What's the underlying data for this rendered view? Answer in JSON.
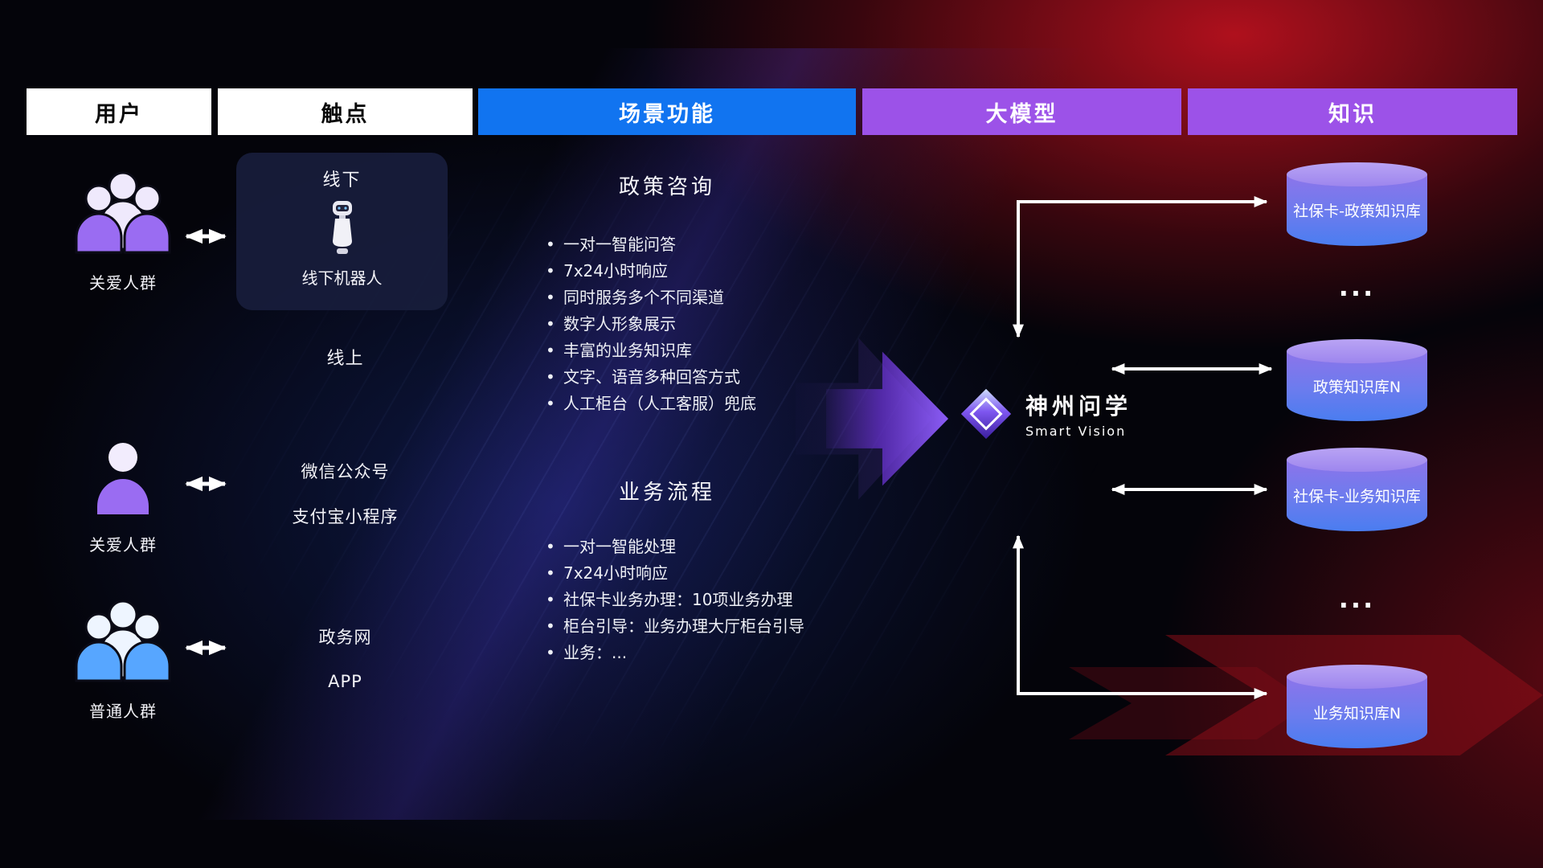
{
  "header": {
    "columns": [
      {
        "label": "用户"
      },
      {
        "label": "触点"
      },
      {
        "label": "场景功能"
      },
      {
        "label": "大模型"
      },
      {
        "label": "知识"
      }
    ]
  },
  "users": {
    "group1_label": "关爱人群",
    "group2_label": "关爱人群",
    "group3_label": "普通人群"
  },
  "touchpoints": {
    "offline_title": "线下",
    "offline_robot_label": "线下机器人",
    "online_title": "线上",
    "channel1": "微信公众号",
    "channel2": "支付宝小程序",
    "channel3": "政务网",
    "channel4": "APP"
  },
  "functions": {
    "section1": {
      "title": "政策咨询",
      "items": [
        "一对一智能问答",
        "7x24小时响应",
        "同时服务多个不同渠道",
        "数字人形象展示",
        "丰富的业务知识库",
        "文字、语音多种回答方式",
        "人工柜台（人工客服）兜底"
      ]
    },
    "section2": {
      "title": "业务流程",
      "items": [
        "一对一智能处理",
        "7x24小时响应",
        "社保卡业务办理：10项业务办理",
        "柜台引导：业务办理大厅柜台引导",
        "业务：..."
      ]
    }
  },
  "model": {
    "name": "神州问学",
    "subtitle": "Smart Vision"
  },
  "knowledge": {
    "db1": "社保卡-政策知识库",
    "ellipsis1": "...",
    "db2": "政策知识库N",
    "db3": "社保卡-业务知识库",
    "ellipsis2": "...",
    "db4": "业务知识库N"
  },
  "colors": {
    "header_blue": "#1174f0",
    "header_purple": "#9c52e8",
    "user_purple": "#9a6cf2",
    "user_blue": "#57a6ff",
    "arrow_purple": "#8b5cf6",
    "cylinder_top": "#b9a4f4",
    "cylinder_bottom": "#4a7df0"
  }
}
